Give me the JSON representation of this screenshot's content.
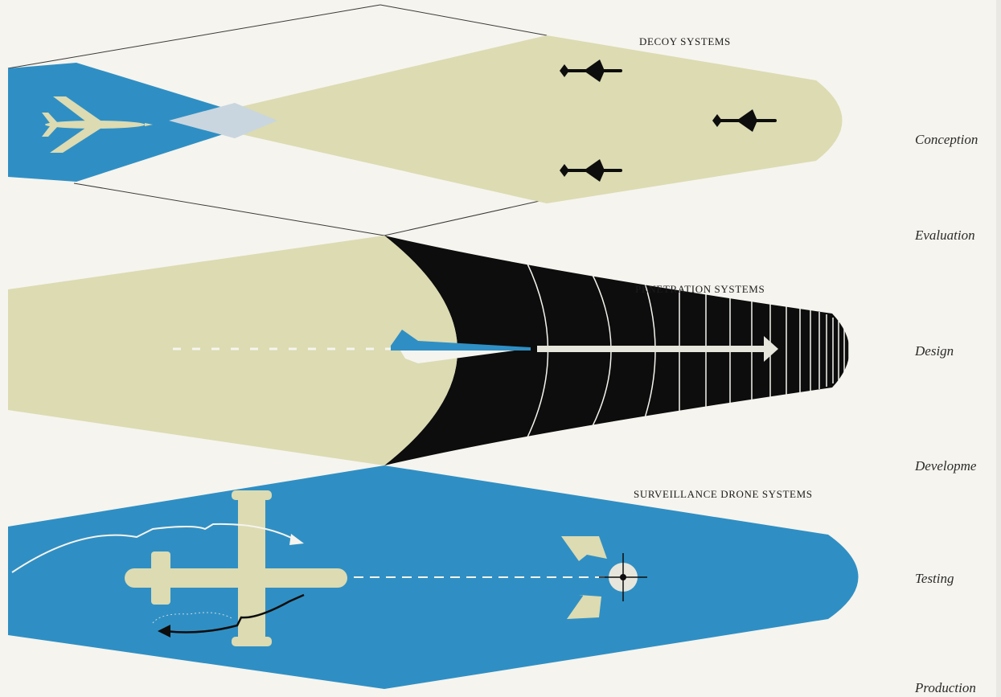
{
  "systems": [
    {
      "title": "DECOY SYSTEMS"
    },
    {
      "title": "PENETRATION SYSTEMS"
    },
    {
      "title": "SURVEILLANCE DRONE SYSTEMS"
    }
  ],
  "stages": [
    "Conception",
    "Evaluation",
    "Design",
    "Developme",
    "Testing",
    "Production"
  ],
  "colors": {
    "background": "#f5f4ee",
    "khaki": "#dcdbb2",
    "blue": "#2f8fc4",
    "black": "#0d0d0d",
    "pale_blue": "#c9d6df"
  }
}
